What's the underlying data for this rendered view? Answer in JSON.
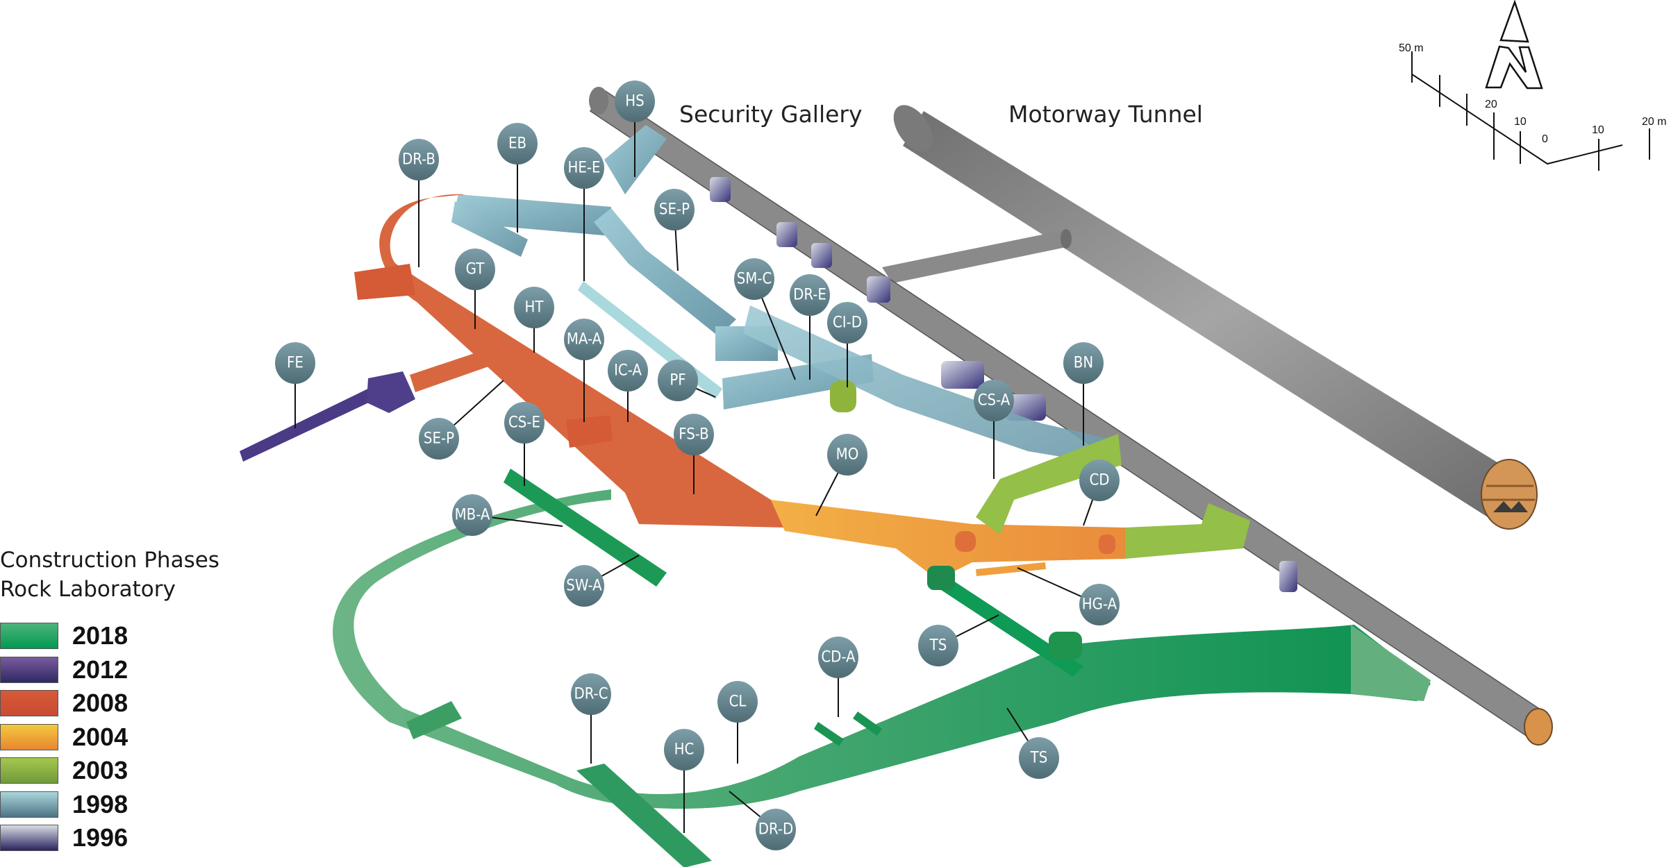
{
  "title_labels": {
    "security_gallery": "Security Gallery",
    "motorway_tunnel": "Motorway Tunnel"
  },
  "legend": {
    "title_line1": "Construction Phases",
    "title_line2": "Rock Laboratory",
    "items": [
      {
        "year": "2018",
        "color_top": "#4fb37a",
        "color_bottom": "#009a50"
      },
      {
        "year": "2012",
        "color_top": "#7a5a9e",
        "color_bottom": "#2e2a63"
      },
      {
        "year": "2008",
        "color_top": "#d65a38",
        "color_bottom": "#c94b33"
      },
      {
        "year": "2004",
        "color_top": "#f2c93f",
        "color_bottom": "#e8862f"
      },
      {
        "year": "2003",
        "color_top": "#a6c84f",
        "color_bottom": "#6f9a3a"
      },
      {
        "year": "1998",
        "color_top": "#a9d6dc",
        "color_bottom": "#4d7384"
      },
      {
        "year": "1996",
        "color_top": "#d8dde2",
        "color_bottom": "#2a2360"
      }
    ]
  },
  "scale_bar": {
    "north_label": "N",
    "ticks_left": [
      "50 m",
      "20",
      "10",
      "0"
    ],
    "ticks_right": [
      "10",
      "20 m"
    ]
  },
  "colors": {
    "phase_2018": "#0f9a55",
    "phase_2018_light": "#5fb07c",
    "phase_2012": "#4b3a86",
    "phase_2008": "#d8673f",
    "phase_2004": "#f0a844",
    "phase_2003": "#94bf48",
    "phase_1998": "#8fbcc8",
    "phase_1996": "#5c5494",
    "gallery_grey": "#8a8a8a",
    "label_bubble": "#5a7c86"
  },
  "labels": [
    {
      "id": "HS",
      "text": "HS"
    },
    {
      "id": "EB",
      "text": "EB"
    },
    {
      "id": "HE-E",
      "text": "HE-E"
    },
    {
      "id": "DR-B",
      "text": "DR-B"
    },
    {
      "id": "SE-P-upper",
      "text": "SE-P"
    },
    {
      "id": "GT",
      "text": "GT"
    },
    {
      "id": "HT",
      "text": "HT"
    },
    {
      "id": "MA-A",
      "text": "MA-A"
    },
    {
      "id": "IC-A",
      "text": "IC-A"
    },
    {
      "id": "PF",
      "text": "PF"
    },
    {
      "id": "SM-C",
      "text": "SM-C"
    },
    {
      "id": "DR-E",
      "text": "DR-E"
    },
    {
      "id": "CI-D",
      "text": "CI-D"
    },
    {
      "id": "FE",
      "text": "FE"
    },
    {
      "id": "SE-P-lower",
      "text": "SE-P"
    },
    {
      "id": "CS-E",
      "text": "CS-E"
    },
    {
      "id": "FS-B",
      "text": "FS-B"
    },
    {
      "id": "MO",
      "text": "MO"
    },
    {
      "id": "BN",
      "text": "BN"
    },
    {
      "id": "CS-A",
      "text": "CS-A"
    },
    {
      "id": "CD",
      "text": "CD"
    },
    {
      "id": "MB-A",
      "text": "MB-A"
    },
    {
      "id": "SW-A",
      "text": "SW-A"
    },
    {
      "id": "HG-A",
      "text": "HG-A"
    },
    {
      "id": "TS-upper",
      "text": "TS"
    },
    {
      "id": "CD-A",
      "text": "CD-A"
    },
    {
      "id": "CL",
      "text": "CL"
    },
    {
      "id": "DR-C",
      "text": "DR-C"
    },
    {
      "id": "HC",
      "text": "HC"
    },
    {
      "id": "TS-lower",
      "text": "TS"
    },
    {
      "id": "DR-D",
      "text": "DR-D"
    }
  ]
}
